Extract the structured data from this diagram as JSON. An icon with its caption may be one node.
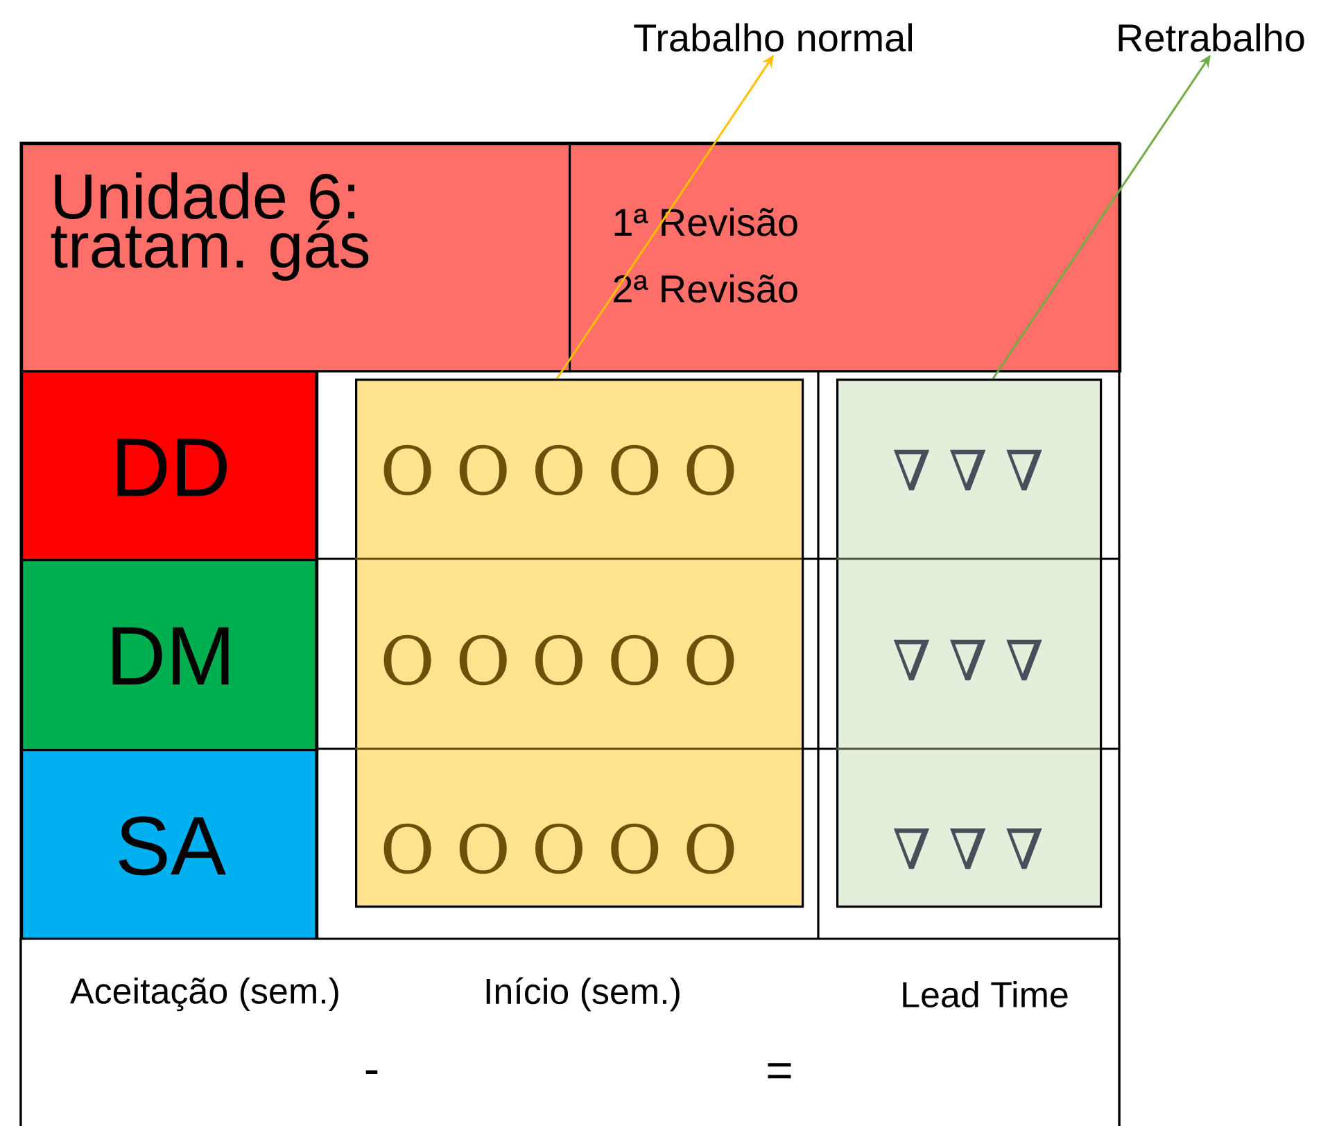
{
  "diagram": {
    "nodes": [
      {
        "text": [
          "Trabalho normal"
        ]
      },
      {
        "text": [
          "Retrabalho"
        ]
      },
      {
        "text": [
          "Unidade 6: tratam. gás"
        ]
      },
      {
        "text": [
          "1ª Revisão",
          "2ª Revisão"
        ]
      },
      {
        "text": [
          "DD"
        ]
      },
      {
        "text": [
          "DM"
        ]
      },
      {
        "text": [
          "SA"
        ]
      },
      {
        "text": [
          "O O O O O",
          "O O O O O",
          "O O O O O"
        ]
      },
      {
        "text": [
          "∇ ∇ ∇",
          "∇ ∇ ∇",
          "∇ ∇ ∇"
        ]
      },
      {
        "text": [
          "Aceitação (sem.)",
          "Início (sem.)",
          "Lead Time",
          "-",
          "="
        ]
      }
    ],
    "edges": [
      {
        "from": 7,
        "to": 0,
        "arrow": "to",
        "color": "#ffc000"
      },
      {
        "from": 8,
        "to": 1,
        "arrow": "to",
        "color": "#70ad47"
      }
    ]
  }
}
